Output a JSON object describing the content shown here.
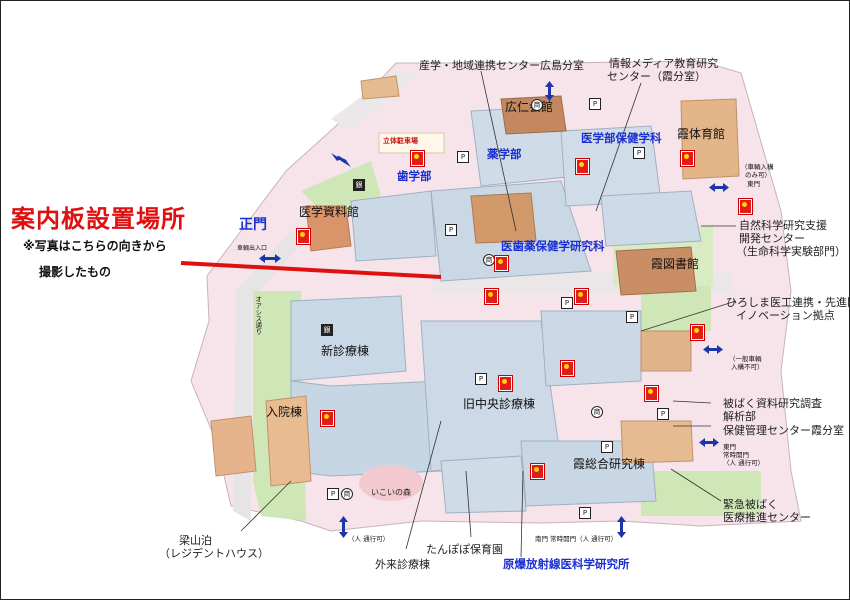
{
  "map": {
    "heading": "案内板設置場所",
    "note_line1": "※写真はこちらの向きから",
    "note_line2": "撮影したもの",
    "main_gate": "正門",
    "main_gate_sub": "車輌出入口",
    "parking_tower": "立体駐車場",
    "colors": {
      "heading": "#e01010",
      "faculty_label": "#1a2fd0",
      "campus_pink": "#f3dbe4",
      "lawn": "#c7e3ad",
      "building_blue": "#cfdde9",
      "building_tan": "#e8b98a",
      "pointer_line": "#e01010",
      "gate_arrow": "#1c35a8"
    },
    "labels": {
      "sangaku": "産学・地域連携センター広島分室",
      "joho_1": "情報メディア教育研究",
      "joho_2": "センター（霞分室）",
      "kojinkai": "広仁会館",
      "igaku_hoken": "医学部保健学科",
      "kasumi_gym": "霞体育館",
      "yakugaku": "薬学部",
      "shigaku": "歯学部",
      "igaku_shiryo": "医学資料館",
      "ishiyaku": "医歯薬保健学研究科",
      "shizen_1": "自然科学研究支援",
      "shizen_2": "開発センター",
      "shizen_3": "（生命科学実験部門）",
      "kasumi_library": "霞図書館",
      "shin_shinryo": "新診療棟",
      "hiroshima_1": "ひろしま医工連携・先進医療",
      "hiroshima_2": "イノベーション拠点",
      "nyuin": "入院棟",
      "kyu_chuo": "旧中央診療棟",
      "hibaku_1": "被ばく資料研究調査",
      "hibaku_2": "解析部",
      "hoken_kanri": "保健管理センター霞分室",
      "kasumi_sogo": "霞総合研究棟",
      "ikoi": "いこいの森",
      "ryozanpaku_1": "梁山泊",
      "ryozanpaku_2": "（レジデントハウス）",
      "tanpopo": "たんぽぽ保育園",
      "kinkyu_1": "緊急被ばく",
      "kinkyu_2": "医療推進センター",
      "gairai": "外来診療棟",
      "genbaku": "原爆放射線医科学研究所"
    },
    "gates": {
      "east_top_1": "（車輌入構",
      "east_top_2": "のみ可）",
      "east_top_3": "東門",
      "ippan_1": "（一般車輌",
      "ippan_2": "入構不可）",
      "east_always_1": "東門",
      "east_always_2": "常時開門",
      "east_always_3": "（人 通行可）",
      "south_always": "南門 常時開門（人 通行可）",
      "west_bottom": "（人 通行可）",
      "west_road": "オアシス通り"
    },
    "icons": {
      "parking": "P",
      "restaurant": "商",
      "atm": "銀",
      "aed": "AED"
    }
  }
}
